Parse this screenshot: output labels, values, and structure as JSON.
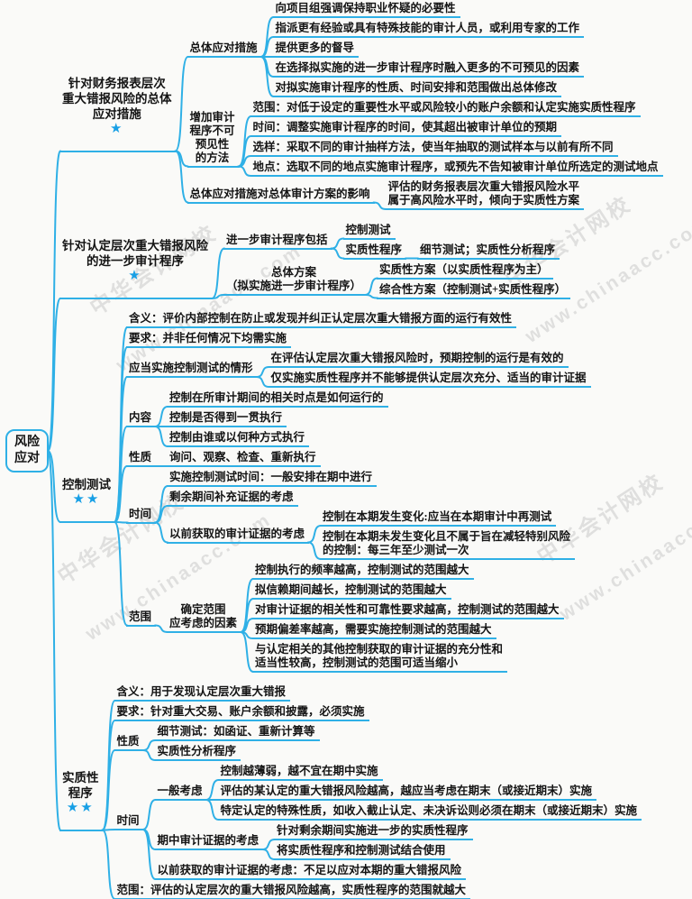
{
  "colors": {
    "line": "#2fb0e6",
    "star": "#179fe5",
    "text": "#141414",
    "watermark": "#c6c6c6",
    "background": "#fafaf8"
  },
  "watermark": {
    "site": "中华会计网校",
    "url": "www.chinaacc.com"
  },
  "root": {
    "label": "风险\n应对"
  },
  "b1": {
    "label": "针对财务报表层次\n重大错报风险的总体\n应对措施",
    "stars": "★",
    "overall": {
      "label": "总体应对措施",
      "items": [
        "向项目组强调保持职业怀疑的必要性",
        "指派更有经验或具有特殊技能的审计人员，或利用专家的工作",
        "提供更多的督导",
        "在选择拟实施的进一步审计程序时融入更多的不可预见的因素",
        "对拟实施审计程序的性质、时间安排和范围做出总体修改"
      ]
    },
    "unpredictable": {
      "label": "增加审计\n程序不可\n预见性\n的方法",
      "items": [
        "范围：对低于设定的重要性水平或风险较小的账户余额和认定实施实质性程序",
        "时间：调整实施审计程序的时间，使其超出被审计单位的预期",
        "选样：采取不同的审计抽样方法，使当年抽取的测试样本与以前有所不同",
        "地点：选取不同的地点实施审计程序，或预先不告知被审计单位所选定的测试地点"
      ]
    },
    "impact": {
      "label": "总体应对措施对总体审计方案的影响",
      "items": [
        "评估的财务报表层次重大错报风险水平\n属于高风险水平时，倾向于实质性方案"
      ]
    }
  },
  "b2": {
    "label": "针对认定层次重大错报风险\n的进一步审计程序",
    "stars": "★",
    "includes": {
      "label": "进一步审计程序包括",
      "control_test": "控制测试",
      "substantive": "实质性程序",
      "substantive_detail": "细节测试；实质性分析程序"
    },
    "scheme": {
      "label": "总体方案\n（拟实施进一步审计程序）",
      "items": [
        "实质性方案（以实质性程序为主）",
        "综合性方案（控制测试+实质性程序）"
      ]
    }
  },
  "b3": {
    "label": "控制测试",
    "stars": "★★",
    "meaning": "含义：评价内部控制在防止或发现并纠正认定层次重大错报方面的运行有效性",
    "requirement": "要求：并非任何情况下均需实施",
    "situations": {
      "label": "应当实施控制测试的情形",
      "items": [
        "在评估认定层次重大错报风险时，预期控制的运行是有效的",
        "仅实施实质性程序并不能够提供认定层次充分、适当的审计证据"
      ]
    },
    "content": {
      "label": "内容",
      "items": [
        "控制在所审计期间的相关时点是如何运行的",
        "控制是否得到一贯执行",
        "控制由谁或以何种方式执行"
      ]
    },
    "nature": {
      "label": "性质",
      "items": [
        "询问、观察、检查、重新执行"
      ]
    },
    "timing": {
      "label": "时间",
      "item1": "实施控制测试时间：一般安排在期中进行",
      "item2": "剩余期间补充证据的考虑",
      "prior": {
        "label": "以前获取的审计证据的考虑",
        "items": [
          "控制在本期发生变化:应当在本期审计中再测试",
          "控制在本期未发生变化且不属于旨在减轻特别风险\n的控制：每三年至少测试一次"
        ]
      }
    },
    "scope": {
      "label": "范围",
      "factors": {
        "label": "确定范围\n应考虑的因素",
        "items": [
          "控制执行的频率越高，控制测试的范围越大",
          "拟信赖期间越长，控制测试的范围越大",
          "对审计证据的相关性和可靠性要求越高，控制测试的范围越大",
          "预期偏差率越高，需要实施控制测试的范围越大",
          "与认定相关的其他控制获取的审计证据的充分性和\n适当性较高，控制测试的范围可适当缩小"
        ]
      }
    }
  },
  "b4": {
    "label": "实质性\n程序",
    "stars": "★★",
    "meaning": "含义：用于发现认定层次重大错报",
    "requirement": "要求：针对重大交易、账户余额和披露，必须实施",
    "nature": {
      "label": "性质",
      "items": [
        "细节测试：如函证、重新计算等",
        "实质性分析程序"
      ]
    },
    "timing": {
      "label": "时间",
      "general": {
        "label": "一般考虑",
        "items": [
          "控制越薄弱，越不宜在期中实施",
          "评估的某认定的重大错报风险越高，越应当考虑在期末（或接近期末）实施",
          "特定认定的特殊性质，如收入截止认定、未决诉讼则必须在期末（或接近期末）实施"
        ]
      },
      "interim": {
        "label": "期中审计证据的考虑",
        "items": [
          "针对剩余期间实施进一步的实质性程序",
          "将实质性程序和控制测试结合使用"
        ]
      },
      "prior": "以前获取的审计证据的考虑：不足以应对本期的重大错报风险"
    },
    "scope": "范围：评估的认定层次的重大错报风险越高，实质性程序的范围就越大"
  }
}
